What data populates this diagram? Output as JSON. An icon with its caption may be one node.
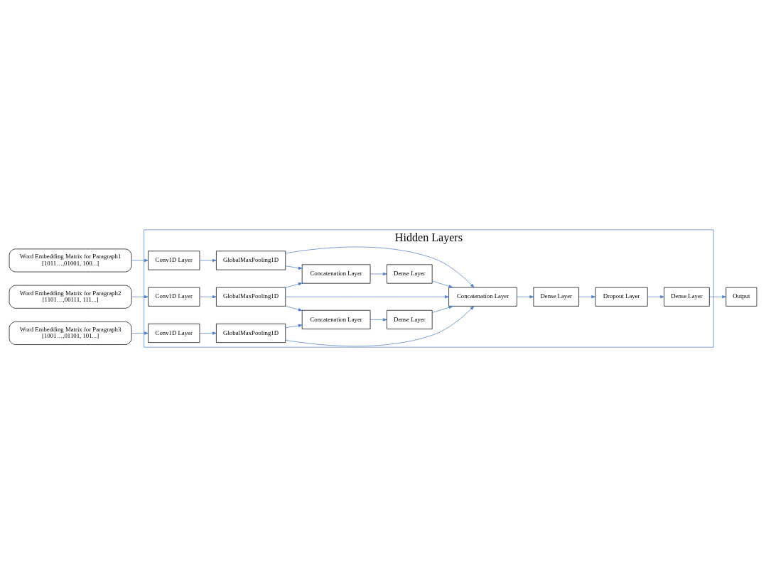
{
  "diagram": {
    "nodes": [
      {
        "text": [
          "Hidden Layers"
        ]
      },
      {
        "text": [
          "Word Embedding Matrix for Paragraph1",
          "[1011…,01001, 100...]"
        ]
      },
      {
        "text": [
          "Word Embedding Matrix for Paragraph2",
          "[1101…,00111, 111...]"
        ]
      },
      {
        "text": [
          "Word Embedding Matrix for Paragraph3",
          "[1001…,01101, 101...]"
        ]
      },
      {
        "text": [
          "Conv1D Layer"
        ],
        "in": 0
      },
      {
        "text": [
          "Conv1D Layer"
        ],
        "in": 0
      },
      {
        "text": [
          "Conv1D Layer"
        ],
        "in": 0
      },
      {
        "text": [
          "GlobalMaxPooling1D"
        ],
        "in": 0
      },
      {
        "text": [
          "GlobalMaxPooling1D"
        ],
        "in": 0
      },
      {
        "text": [
          "GlobalMaxPooling1D"
        ],
        "in": 0
      },
      {
        "text": [
          "Concatenation Layer"
        ],
        "in": 0
      },
      {
        "text": [
          "Concatenation Layer"
        ],
        "in": 0
      },
      {
        "text": [
          "Dense Layer"
        ],
        "in": 0
      },
      {
        "text": [
          "Dense Layer"
        ],
        "in": 0
      },
      {
        "text": [
          "Concatenation Layer"
        ],
        "in": 0
      },
      {
        "text": [
          "Dense Layer"
        ],
        "in": 0
      },
      {
        "text": [
          "Dropout Layer"
        ],
        "in": 0
      },
      {
        "text": [
          "Dense Layer"
        ],
        "in": 0
      },
      {
        "text": [
          "Output"
        ]
      }
    ],
    "edges": [
      {
        "from": 1,
        "to": 4,
        "arrow": "to"
      },
      {
        "from": 2,
        "to": 5,
        "arrow": "to"
      },
      {
        "from": 3,
        "to": 6,
        "arrow": "to"
      },
      {
        "from": 4,
        "to": 7,
        "arrow": "to"
      },
      {
        "from": 5,
        "to": 8,
        "arrow": "to"
      },
      {
        "from": 6,
        "to": 9,
        "arrow": "to"
      },
      {
        "from": 7,
        "to": 10,
        "arrow": "to"
      },
      {
        "from": 8,
        "to": 10,
        "arrow": "to"
      },
      {
        "from": 8,
        "to": 11,
        "arrow": "to"
      },
      {
        "from": 9,
        "to": 11,
        "arrow": "to"
      },
      {
        "from": 10,
        "to": 12,
        "arrow": "to"
      },
      {
        "from": 11,
        "to": 13,
        "arrow": "to"
      },
      {
        "from": 7,
        "to": 14,
        "arrow": "to"
      },
      {
        "from": 12,
        "to": 14,
        "arrow": "to"
      },
      {
        "from": 8,
        "to": 14,
        "arrow": "to"
      },
      {
        "from": 13,
        "to": 14,
        "arrow": "to"
      },
      {
        "from": 9,
        "to": 14,
        "arrow": "to"
      },
      {
        "from": 14,
        "to": 15,
        "arrow": "to"
      },
      {
        "from": 15,
        "to": 16,
        "arrow": "to"
      },
      {
        "from": 16,
        "to": 17,
        "arrow": "to"
      },
      {
        "from": 17,
        "to": 18,
        "arrow": "to"
      }
    ]
  }
}
